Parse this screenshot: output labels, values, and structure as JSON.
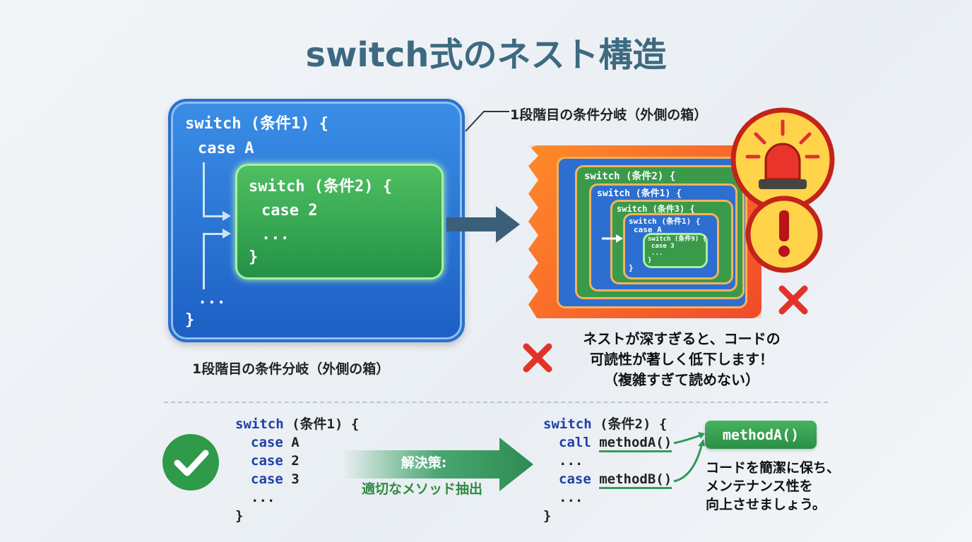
{
  "title": "switch式のネスト構造",
  "outer_box": {
    "lines": [
      "switch (条件1) {",
      "case A",
      "...",
      "}"
    ]
  },
  "inner_box": {
    "lines": [
      "switch (条件2) {",
      "case 2",
      "...",
      "}"
    ]
  },
  "callout_label": "1段階目の条件分岐（外側の箱）",
  "outer_caption": "1段階目の条件分岐（外側の箱）",
  "nested": {
    "l1": "switch (条件2) {",
    "l2": "switch (条件1) {",
    "l3": "switch (条件3) {",
    "l4": "switch (条件1) {",
    "l4_case": "case A",
    "l4_end": "}",
    "l5": "switch (条件9) {",
    "l5_case": "case 3",
    "l5_dots": "...",
    "l5_end": "}"
  },
  "warning": {
    "lines": [
      "ネストが深すぎると、コードの",
      "可読性が著しく低下します！",
      "（複雑すぎて読めない）"
    ]
  },
  "before_code": {
    "switch": "switch",
    "cond": "(条件1) {",
    "cases": [
      {
        "kw": "case",
        "v": "A"
      },
      {
        "kw": "case",
        "v": "2"
      },
      {
        "kw": "case",
        "v": "3"
      }
    ],
    "dots": "...",
    "end": "}"
  },
  "solution": {
    "label": "解決策:",
    "desc": "適切なメソッド抽出"
  },
  "after_code": {
    "switch": "switch",
    "cond": "(条件2) {",
    "call_kw": "call",
    "call_v": "methodA()",
    "dots1": "...",
    "case_kw": "case",
    "case_v": "methodB()",
    "dots2": "...",
    "end": "}"
  },
  "method_badge": "methodA()",
  "advice": [
    "コードを簡潔に保ち、",
    "メンテナンス性を",
    "向上させましょう。"
  ],
  "colors": {
    "title": "#3d6a80",
    "outer": "#2a6fd0",
    "inner": "#2e9a4a",
    "danger": "#f25a2a",
    "check": "#2e9a4a",
    "x": "#e0342a"
  }
}
